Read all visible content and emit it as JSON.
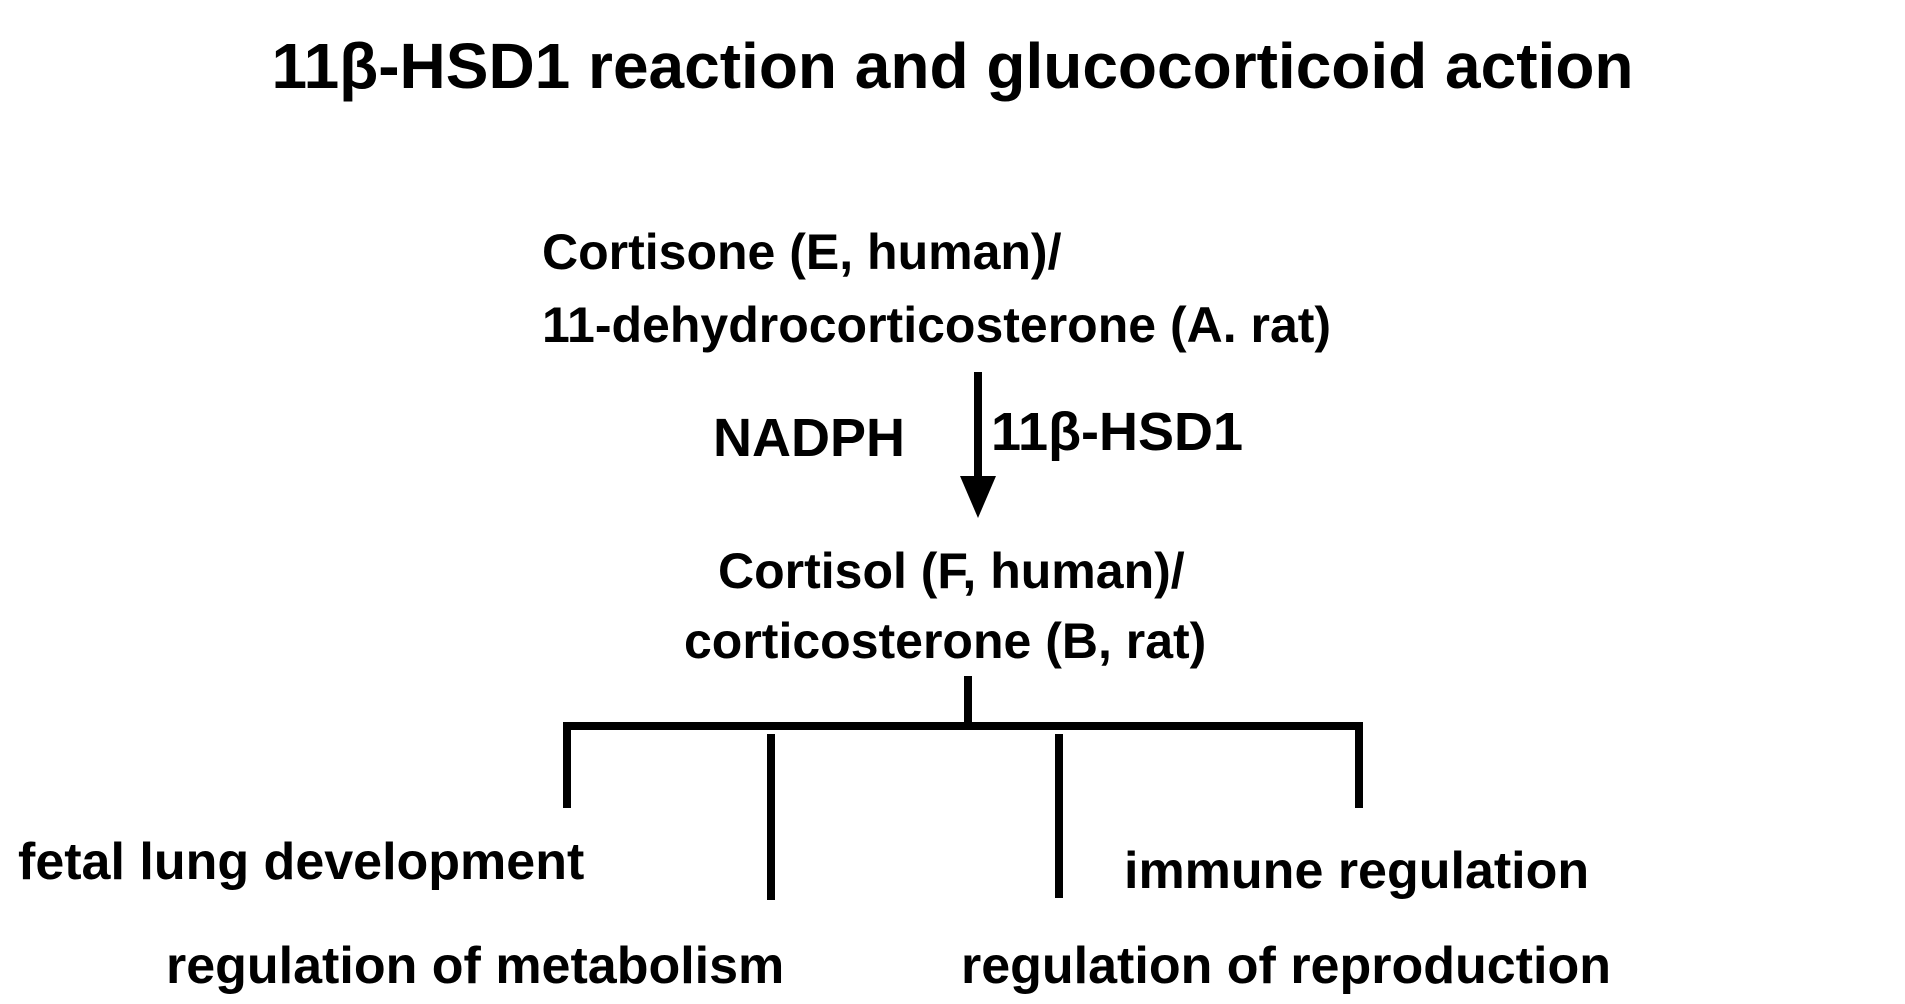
{
  "title": "11β-HSD1 reaction and glucocorticoid action",
  "substrate": {
    "line1": "Cortisone (E, human)/",
    "line2": "11-dehydrocorticosterone  (A.  rat)"
  },
  "reaction": {
    "cofactor": "NADPH",
    "enzyme": "11β-HSD1"
  },
  "product": {
    "line1": "Cortisol (F, human)/",
    "line2": "corticosterone (B, rat)"
  },
  "actions": [
    "fetal lung development",
    "regulation of metabolism",
    "regulation of reproduction",
    "immune regulation"
  ]
}
